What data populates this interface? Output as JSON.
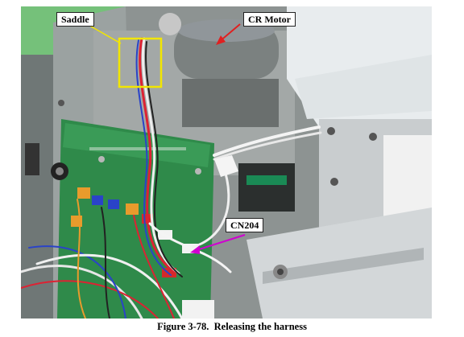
{
  "figure": {
    "caption_number": "Figure 3-78.",
    "caption_text": "Releasing the harness"
  },
  "callouts": {
    "saddle": "Saddle",
    "cr_motor": "CR Motor",
    "cn204": "CN204"
  },
  "colors": {
    "saddle_highlight": "#f2e600",
    "cr_motor_arrow": "#e02020",
    "cn204_arrow": "#d000d0",
    "board_green": "#2f8a4a"
  }
}
